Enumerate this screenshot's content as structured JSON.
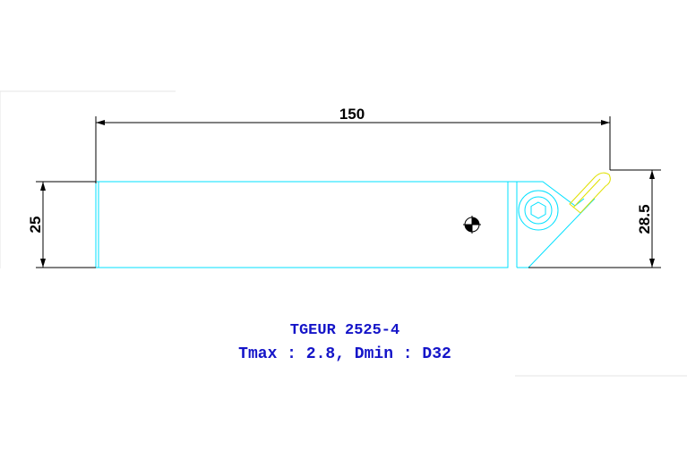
{
  "drawing": {
    "dimensions": {
      "length": "150",
      "height": "25",
      "overall_height": "28.5"
    },
    "caption": {
      "model": "TGEUR 2525-4",
      "spec": "Tmax : 2.8, Dmin : D32"
    },
    "colors": {
      "body_outline": "#00e0ff",
      "dimension_lines": "#000000",
      "insert": "#e0e000",
      "caption": "#1414c8",
      "page_panel": "#e6e6e6"
    },
    "icons": [
      "center-mark-icon",
      "hex-screw-icon"
    ]
  }
}
